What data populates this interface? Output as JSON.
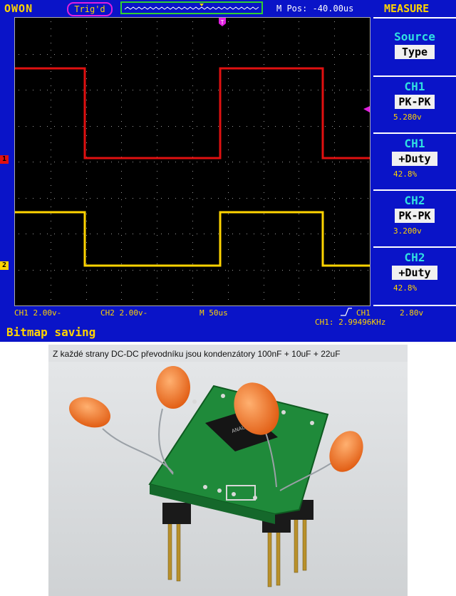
{
  "header": {
    "brand": "OWON",
    "trigger_status": "Trig'd",
    "m_pos": "M Pos: -40.00us",
    "menu_title": "MEASURE"
  },
  "channel_markers": {
    "ch1": "1",
    "ch2": "2"
  },
  "measure_menu": {
    "source_title": "Source",
    "source_value": "Type",
    "items": [
      {
        "channel": "CH1",
        "type": "PK-PK",
        "value": "5.280v"
      },
      {
        "channel": "CH1",
        "type": "+Duty",
        "value": "42.8%"
      },
      {
        "channel": "CH2",
        "type": "PK-PK",
        "value": "3.200v"
      },
      {
        "channel": "CH2",
        "type": "+Duty",
        "value": "42.8%"
      }
    ]
  },
  "bottom_bar": {
    "ch1_scale": "CH1  2.00v-",
    "ch2_scale": "CH2  2.00v-",
    "timebase": "M  50us",
    "trigger_channel": "CH1",
    "trigger_level": "2.80v",
    "frequency": "CH1: 2.99496KHz",
    "status": "Bitmap saving"
  },
  "photo": {
    "caption": "Z každé strany DC-DC převodníku jsou kondenzátory 100nF + 10uF + 22uF"
  },
  "colors": {
    "screen_bg": "#0a14c8",
    "ch1": "#e01010",
    "ch2": "#ffd400",
    "menu_title": "#30e0e0"
  }
}
